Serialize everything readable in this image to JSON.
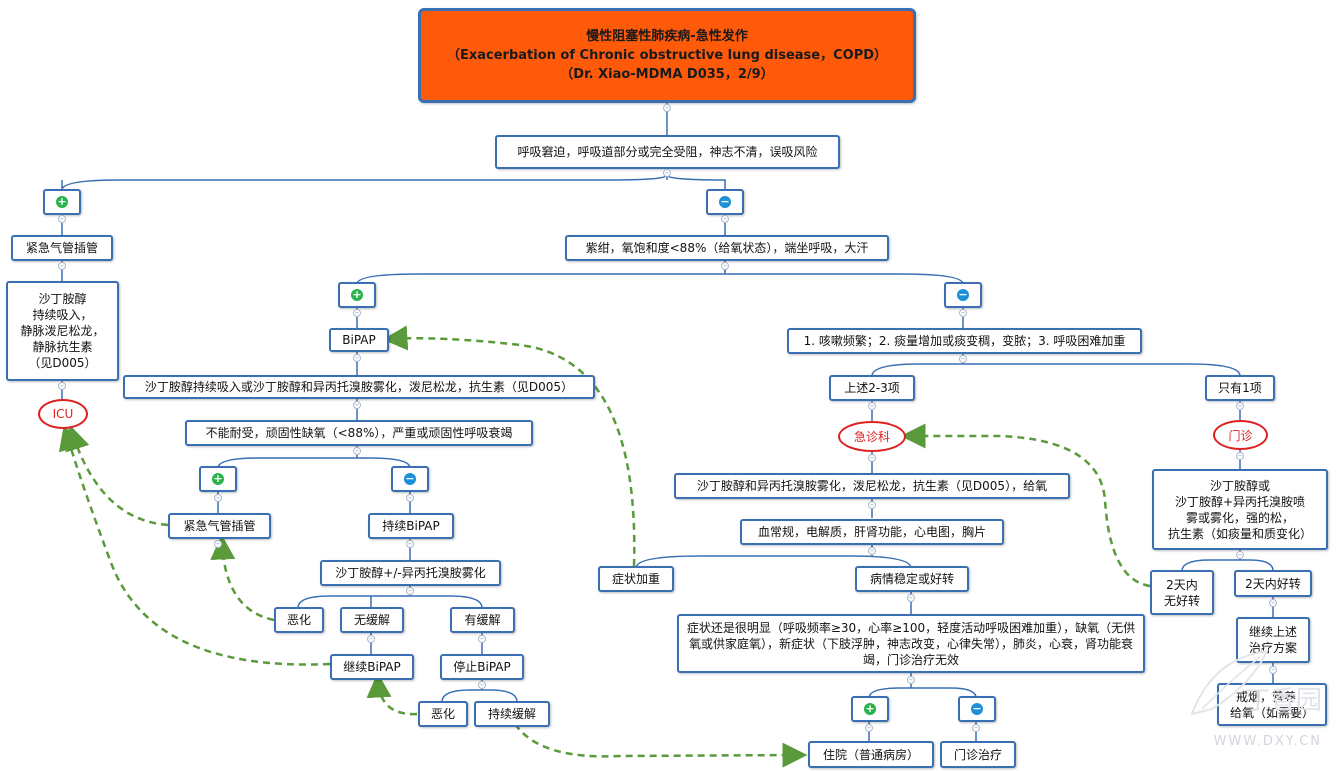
{
  "title": {
    "line1": "慢性阻塞性肺疾病-急性发作",
    "line2": "（Exacerbation of Chronic obstructive lung disease，COPD）",
    "line3": "（Dr. Xiao-MDMA D035，2/9）"
  },
  "nodes": {
    "q1": "呼吸窘迫，呼吸道部分或完全受阻，神志不清，误吸风险",
    "intubate1": "紧急气管插管",
    "left_tx": "沙丁胺醇\n持续吸入，\n静脉泼尼松龙，\n静脉抗生素\n（见D005）",
    "icu": "ICU",
    "q2": "紫绀，氧饱和度<88%（给氧状态），端坐呼吸，大汗",
    "bipap": "BiPAP",
    "bipap_tx": "沙丁胺醇持续吸入或沙丁胺醇和异丙托溴胺雾化，泼尼松龙，抗生素（见D005）",
    "q3": "不能耐受，顽固性缺氧（<88%），严重或顽固性呼吸衰竭",
    "intubate2": "紧急气管插管",
    "cont_bipap": "持续BiPAP",
    "salb_ipra": "沙丁胺醇+/-异丙托溴胺雾化",
    "worse1": "恶化",
    "no_relief": "无缓解",
    "relief": "有缓解",
    "continue_bipap": "继续BiPAP",
    "stop_bipap": "停止BiPAP",
    "worse2": "恶化",
    "sustained": "持续缓解",
    "q4": "1. 咳嗽频繁；2. 痰量增加或痰变稠，变脓；3. 呼吸困难加重",
    "items23": "上述2-3项",
    "item1": "只有1项",
    "er": "急诊科",
    "clinic": "门诊",
    "er_tx": "沙丁胺醇和异丙托溴胺雾化，泼尼松龙，抗生素（见D005），给氧",
    "labs": "血常规，电解质，肝肾功能，心电图，胸片",
    "worsen_sx": "症状加重",
    "stable": "病情稳定或好转",
    "q5": "症状还是很明显（呼吸频率≥30，心率≥100，轻度活动呼吸困难加重），缺氧（无供氧或供家庭氧），新症状（下肢浮肿，神志改变，心律失常），肺炎，心衰，肾功能衰竭，门诊治疗无效",
    "admit": "住院（普通病房）",
    "outpatient": "门诊治疗",
    "clinic_tx": "沙丁胺醇或\n沙丁胺醇+异丙托溴胺喷\n雾或雾化，强的松，\n抗生素（如痰量和质变化）",
    "no_improve": "2天内\n无好转",
    "improve": "2天内好转",
    "continue_plan": "继续上述\n治疗方案",
    "lifestyle": "戒烟，营养，\n给氧（如需要）"
  },
  "signs": {
    "plus": "+",
    "minus": "−"
  },
  "watermark": {
    "text": "WWW.DXY.CN",
    "brand": "丁香园"
  },
  "colors": {
    "title_fill": "#ff5a0a",
    "border": "#3a6fb4",
    "oval": "#e02020",
    "arrow": "#5a9a3a",
    "plus": "#2bb24c",
    "minus": "#1e90d8"
  }
}
